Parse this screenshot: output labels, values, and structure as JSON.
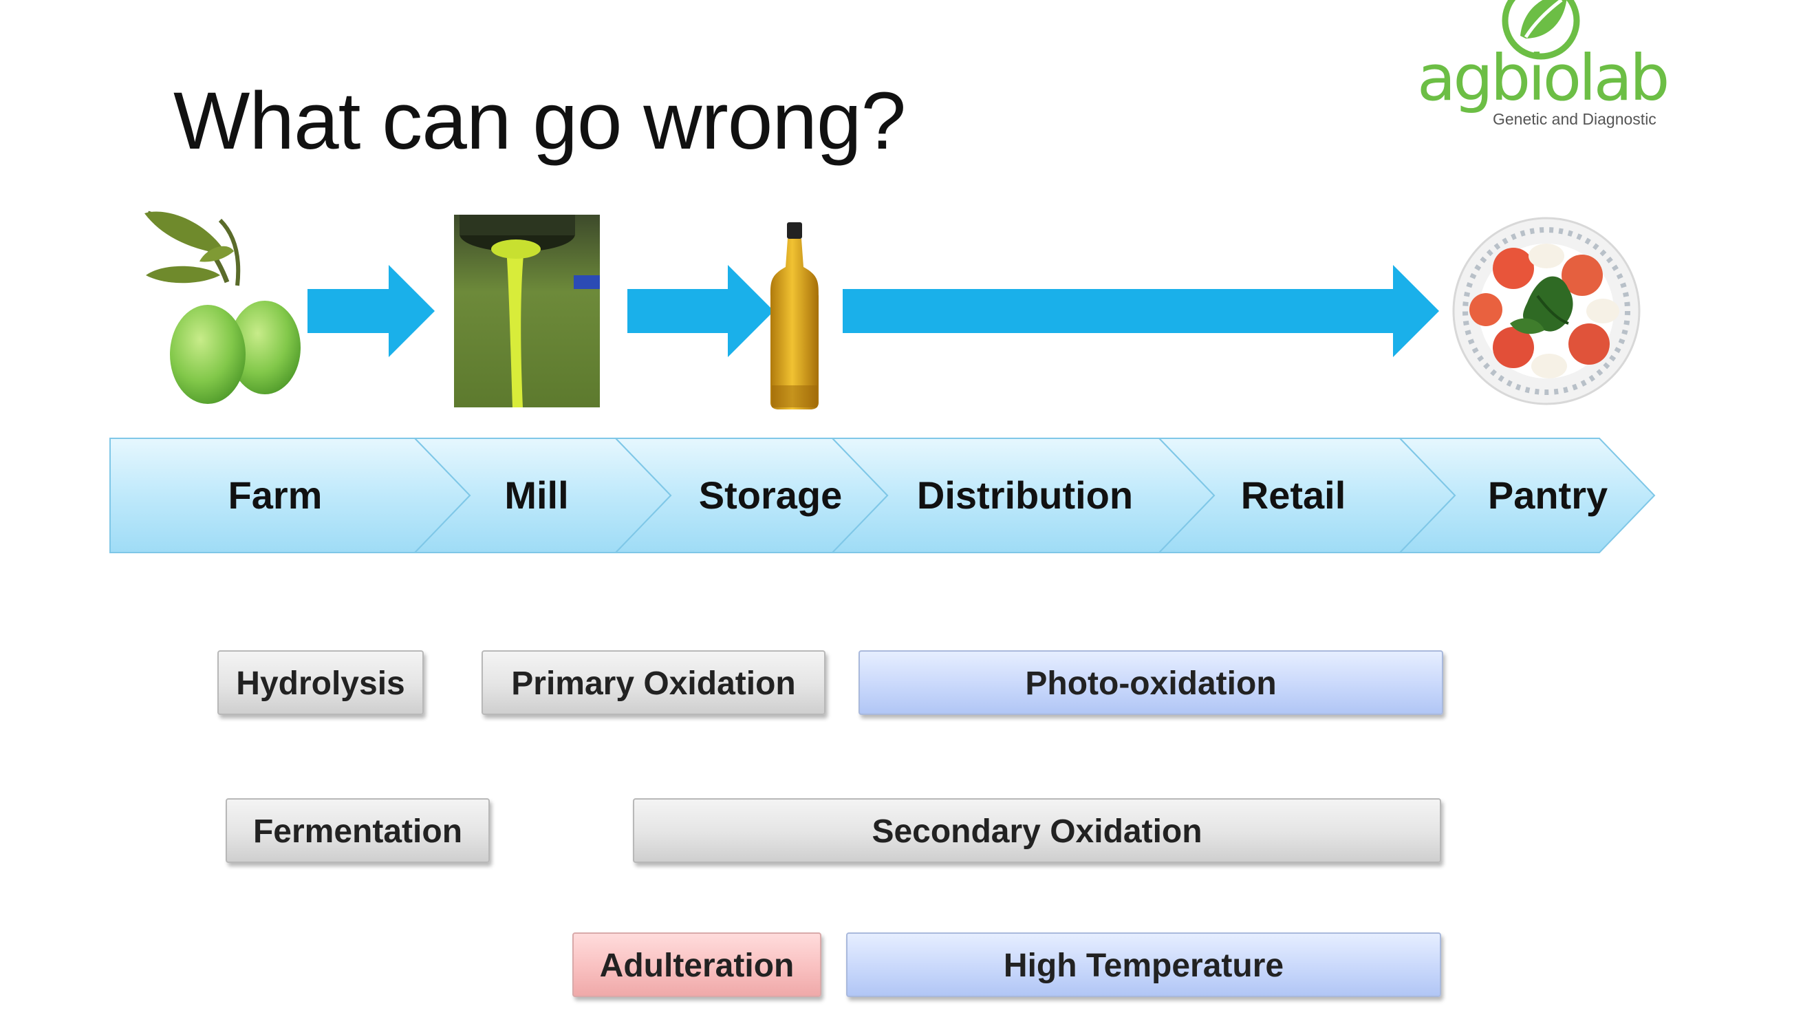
{
  "slide": {
    "title": "What can go wrong?"
  },
  "logo": {
    "name": "agbiolab",
    "tagline": "Genetic and Diagnostic",
    "color": "#6cbe45"
  },
  "process_icons": [
    {
      "name": "olives-icon"
    },
    {
      "name": "oil-press-icon"
    },
    {
      "name": "oil-bottle-icon"
    },
    {
      "name": "salad-plate-icon"
    }
  ],
  "arrow_color": "#1ab0ea",
  "chain": {
    "steps": [
      "Farm",
      "Mill",
      "Storage",
      "Distribution",
      "Retail",
      "Pantry"
    ]
  },
  "issues": {
    "hydrolysis": "Hydrolysis",
    "primary_oxidation": "Primary Oxidation",
    "photo_oxidation": "Photo-oxidation",
    "fermentation": "Fermentation",
    "secondary_oxidation": "Secondary Oxidation",
    "adulteration": "Adulteration",
    "high_temperature": "High Temperature"
  },
  "colors": {
    "gray_box": "#e4e4e4",
    "blue_box": "#c9d8fb",
    "red_box": "#f9c0c0",
    "chevron": "#c8ecfb"
  }
}
